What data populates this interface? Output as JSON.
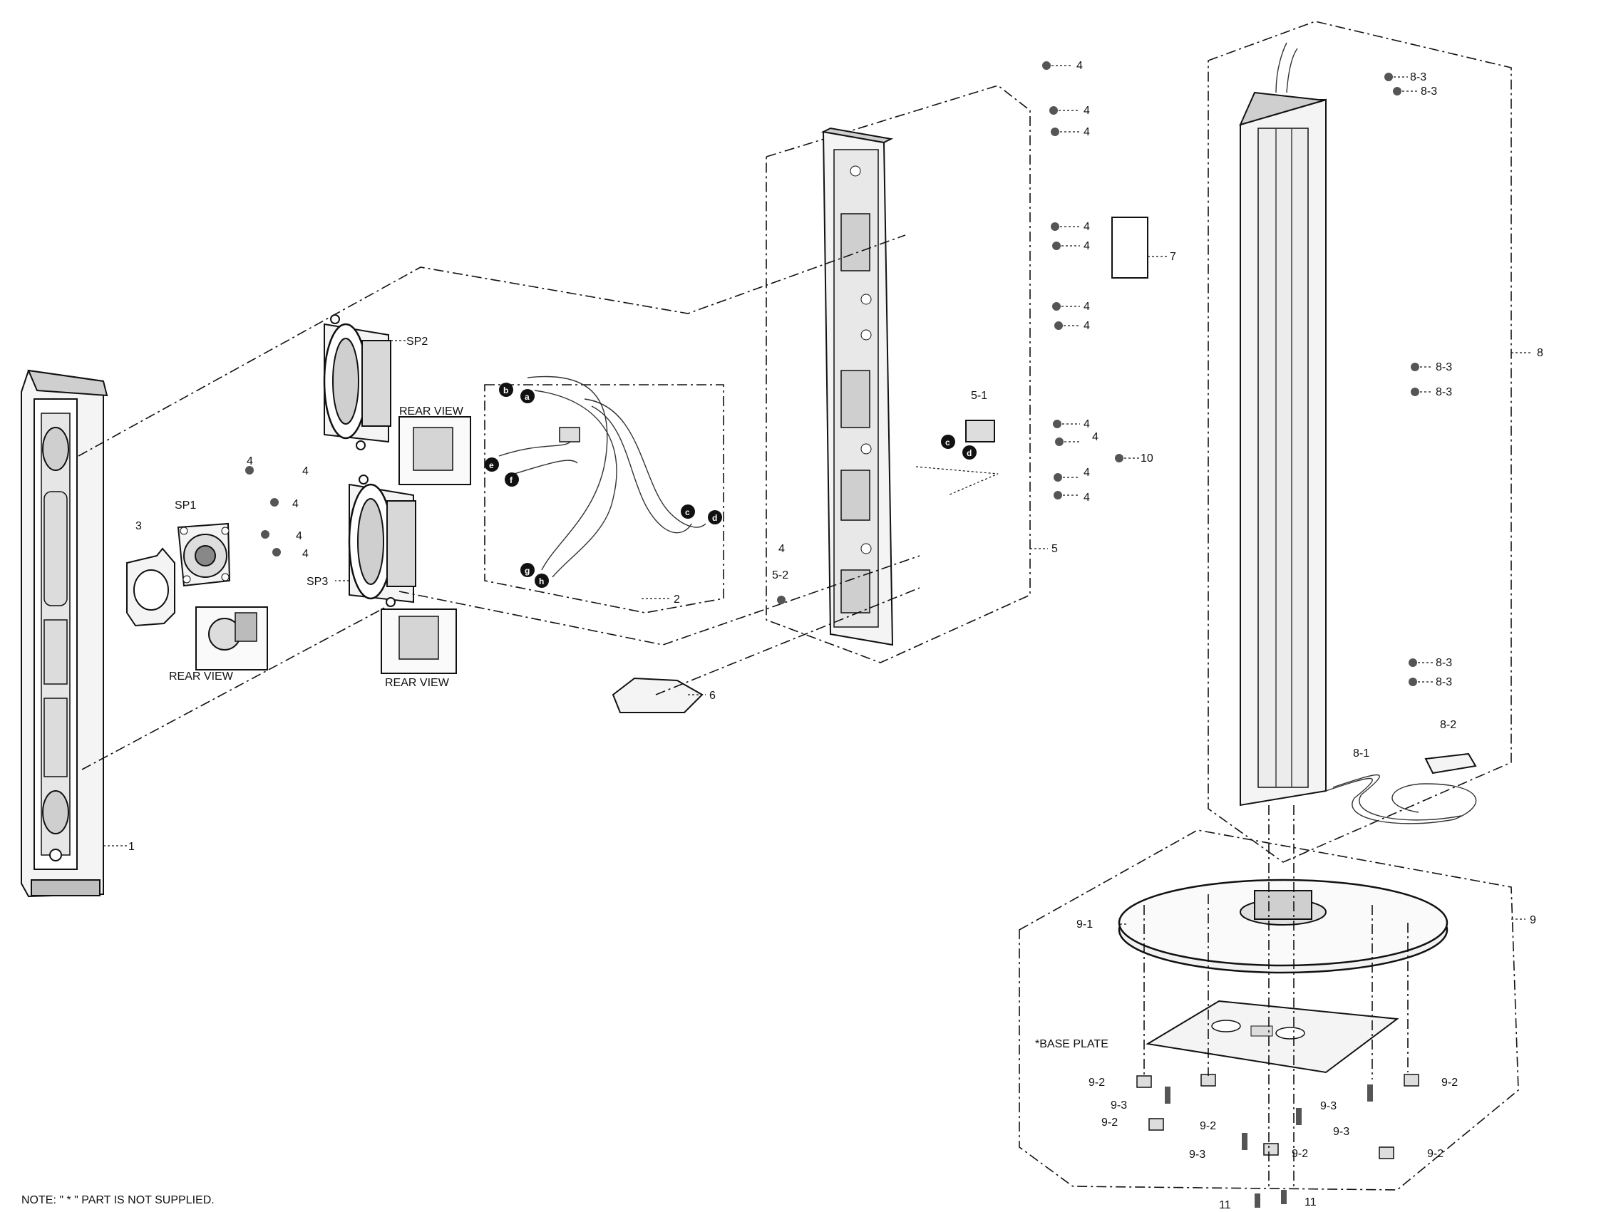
{
  "callouts": [
    {
      "id": "c-1",
      "text": "1"
    },
    {
      "id": "c-2",
      "text": "2"
    },
    {
      "id": "c-3",
      "text": "3"
    },
    {
      "id": "c-4a",
      "text": "4"
    },
    {
      "id": "c-4b",
      "text": "4"
    },
    {
      "id": "c-4c",
      "text": "4"
    },
    {
      "id": "c-4d",
      "text": "4"
    },
    {
      "id": "c-4e",
      "text": "4"
    },
    {
      "id": "c-4f",
      "text": "4"
    },
    {
      "id": "c-4g",
      "text": "4"
    },
    {
      "id": "c-4h",
      "text": "4"
    },
    {
      "id": "c-4i",
      "text": "4"
    },
    {
      "id": "c-4j",
      "text": "4"
    },
    {
      "id": "c-4k",
      "text": "4"
    },
    {
      "id": "c-4l",
      "text": "4"
    },
    {
      "id": "c-4m",
      "text": "4"
    },
    {
      "id": "c-4n",
      "text": "4"
    },
    {
      "id": "c-4o",
      "text": "4"
    },
    {
      "id": "c-4p",
      "text": "4"
    },
    {
      "id": "c-4q",
      "text": "4"
    },
    {
      "id": "c-5",
      "text": "5"
    },
    {
      "id": "c-5-1",
      "text": "5-1"
    },
    {
      "id": "c-5-2",
      "text": "5-2"
    },
    {
      "id": "c-6",
      "text": "6"
    },
    {
      "id": "c-7",
      "text": "7"
    },
    {
      "id": "c-8",
      "text": "8"
    },
    {
      "id": "c-8-1",
      "text": "8-1"
    },
    {
      "id": "c-8-2",
      "text": "8-2"
    },
    {
      "id": "c-8-3a",
      "text": "8-3"
    },
    {
      "id": "c-8-3b",
      "text": "8-3"
    },
    {
      "id": "c-8-3c",
      "text": "8-3"
    },
    {
      "id": "c-8-3d",
      "text": "8-3"
    },
    {
      "id": "c-8-3e",
      "text": "8-3"
    },
    {
      "id": "c-8-3f",
      "text": "8-3"
    },
    {
      "id": "c-9",
      "text": "9"
    },
    {
      "id": "c-9-1",
      "text": "9-1"
    },
    {
      "id": "c-9-2a",
      "text": "9-2"
    },
    {
      "id": "c-9-2b",
      "text": "9-2"
    },
    {
      "id": "c-9-2c",
      "text": "9-2"
    },
    {
      "id": "c-9-2d",
      "text": "9-2"
    },
    {
      "id": "c-9-2e",
      "text": "9-2"
    },
    {
      "id": "c-9-2f",
      "text": "9-2"
    },
    {
      "id": "c-9-3a",
      "text": "9-3"
    },
    {
      "id": "c-9-3b",
      "text": "9-3"
    },
    {
      "id": "c-9-3c",
      "text": "9-3"
    },
    {
      "id": "c-9-3d",
      "text": "9-3"
    },
    {
      "id": "c-10",
      "text": "10"
    },
    {
      "id": "c-11a",
      "text": "11"
    },
    {
      "id": "c-11b",
      "text": "11"
    },
    {
      "id": "c-sp1",
      "text": "SP1"
    },
    {
      "id": "c-sp2",
      "text": "SP2"
    },
    {
      "id": "c-sp3",
      "text": "SP3"
    },
    {
      "id": "c-rv1",
      "text": "REAR VIEW"
    },
    {
      "id": "c-rv2",
      "text": "REAR VIEW"
    },
    {
      "id": "c-rv3",
      "text": "REAR VIEW"
    },
    {
      "id": "c-base",
      "text": "*BASE PLATE"
    }
  ],
  "wire_markers": [
    "a",
    "b",
    "c",
    "d",
    "e",
    "f",
    "g",
    "h"
  ],
  "note": "NOTE: \" * \" PART IS NOT SUPPLIED."
}
